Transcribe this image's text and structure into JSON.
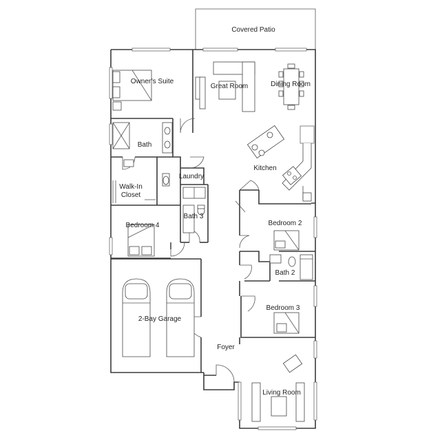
{
  "labels": {
    "covered_patio": "Covered Patio",
    "owners_suite": "Owner’s Suite",
    "great_room": "Great Room",
    "dining_room": "Dining Room",
    "bath": "Bath",
    "kitchen": "Kitchen",
    "laundry": "Laundry",
    "walk_in_closet_line1": "Walk-In",
    "walk_in_closet_line2": "Closet",
    "bath_3": "Bath 3",
    "bedroom_4": "Bedroom 4",
    "bedroom_2": "Bedroom 2",
    "bath_2": "Bath 2",
    "bedroom_3": "Bedroom 3",
    "two_bay_garage": "2-Bay Garage",
    "foyer": "Foyer",
    "living_room": "Living Room"
  }
}
